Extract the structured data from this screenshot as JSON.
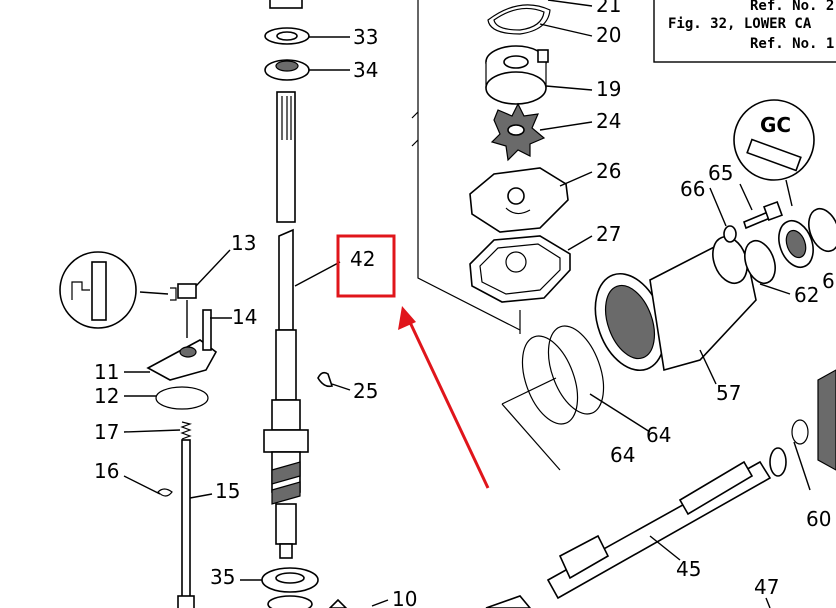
{
  "reference_box": {
    "lines": [
      "Ref. No. 2",
      "Fig. 32, LOWER CA",
      "Ref. No. 1"
    ]
  },
  "callouts": {
    "c10": "10",
    "c11": "11",
    "c12": "12",
    "c13": "13",
    "c14": "14",
    "c15": "15",
    "c16": "16",
    "c17": "17",
    "c19": "19",
    "c20": "20",
    "c21": "21",
    "c24": "24",
    "c25": "25",
    "c26": "26",
    "c27": "27",
    "c33": "33",
    "c34": "34",
    "c35": "35",
    "c42": "42",
    "c45": "45",
    "c47": "47",
    "c57": "57",
    "c60": "60",
    "c62": "62",
    "c64a": "64",
    "c64b": "64",
    "c65": "65",
    "c66": "66",
    "c6x": "6"
  },
  "highlight": {
    "target": "42",
    "box_color": "#e0151b",
    "arrow_color": "#e0151b"
  },
  "symbols": {
    "grease_tag": "GC"
  }
}
